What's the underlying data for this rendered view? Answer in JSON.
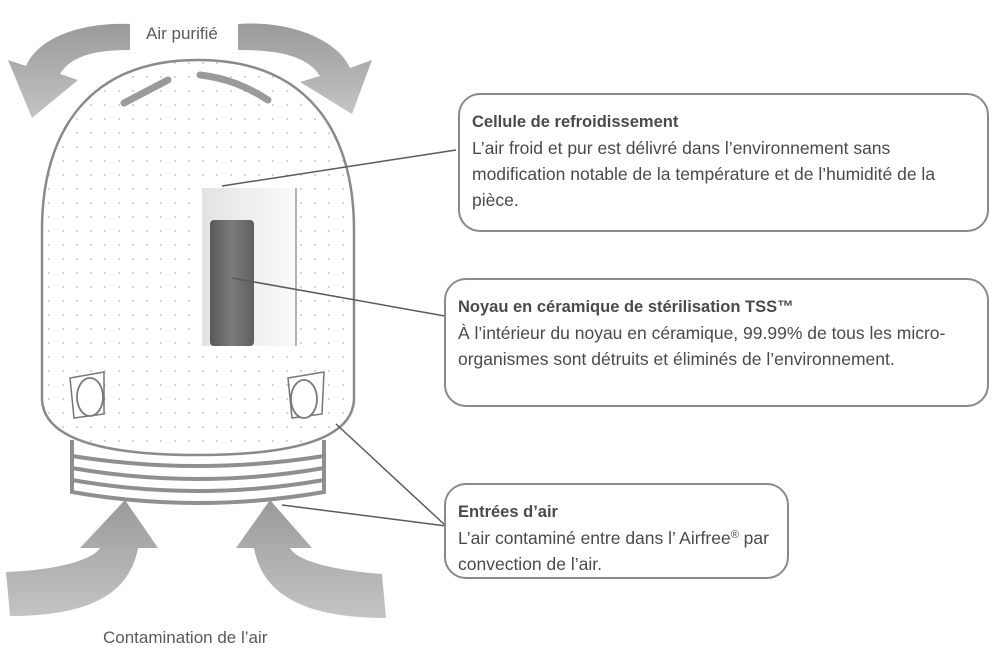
{
  "arrows": {
    "top_label": "Air purifié",
    "bottom_label": "Contamination de l’air"
  },
  "callouts": [
    {
      "title": "Cellule de refroidissement",
      "body": "L’air froid et pur est délivré dans l’environnement sans modification notable de la température et de l’humidité de la pièce."
    },
    {
      "title": "Noyau en céramique de stérilisation TSS™",
      "body": "À l’intérieur du noyau en céramique, 99.99% de tous les micro-organismes sont détruits et éliminés de l’environnement."
    },
    {
      "title": "Entrées d’air",
      "body_pre": "L’air contaminé entre dans l’ Airfree",
      "body_sup": "®",
      "body_post": " par convection de l’air."
    }
  ],
  "colors": {
    "arrow_gray": "#a6a6a6",
    "outline_gray": "#8a8a8a",
    "core_dark": "#6e6e6e",
    "text": "#4a4a4a"
  }
}
